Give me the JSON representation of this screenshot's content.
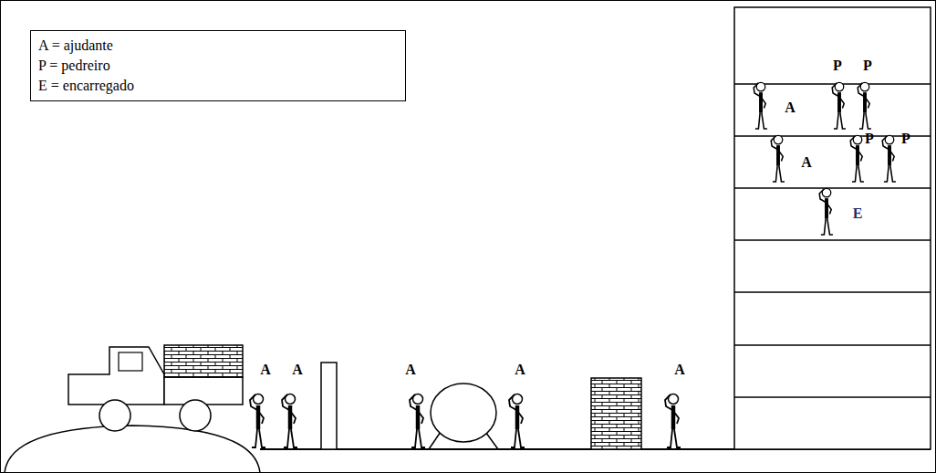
{
  "diagram": {
    "nodes": [
      {
        "text": [
          "A = ajudante",
          "P = pedreiro",
          "E = encarregado"
        ]
      }
    ],
    "labels": [
      "P",
      "P",
      "A",
      "P",
      "P",
      "A",
      "E",
      "A",
      "A",
      "A",
      "A",
      "A"
    ]
  }
}
